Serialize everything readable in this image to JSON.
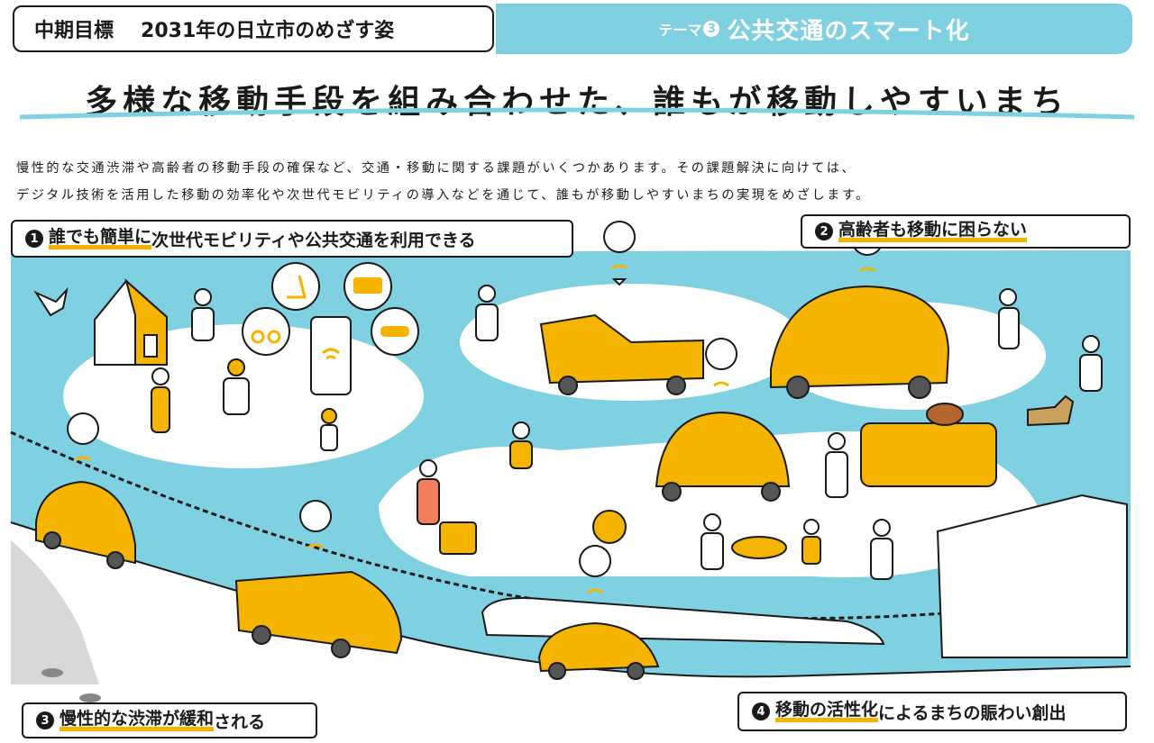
{
  "header": {
    "goal_label": "中期目標",
    "goal_text": "2031年の日立市のめざす姿",
    "theme_label": "テーマ",
    "theme_number": "3",
    "theme_title": "公共交通のスマート化"
  },
  "main_title": "多様な移動手段を組み合わせた、誰もが移動しやすいまち",
  "description": {
    "line1": "慢性的な交通渋滞や高齢者の移動手段の確保など、交通・移動に関する課題がいくつかあります。その課題解決に向けては、",
    "line2": "デジタル技術を活用した移動の効率化や次世代モビリティの導入などを通じて、誰もが移動しやすいまちの実現をめざします。"
  },
  "callouts": [
    {
      "num": "1",
      "highlight": "誰でも簡単に",
      "rest": "次世代モビリティや公共交通を利用できる"
    },
    {
      "num": "2",
      "highlight": "高齢者も移動に困らない",
      "rest": ""
    },
    {
      "num": "3",
      "highlight": "慢性的な渋滞が緩和",
      "rest": "される"
    },
    {
      "num": "4",
      "highlight": "移動の活性化",
      "rest": "によるまちの賑わい創出"
    }
  ],
  "colors": {
    "accent_blue": "#7fd0e0",
    "accent_yellow": "#f5b400",
    "ink": "#1a1a1a"
  }
}
